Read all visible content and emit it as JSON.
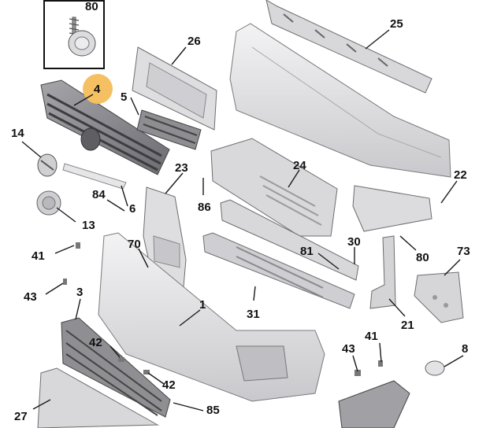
{
  "diagram": {
    "highlight_color": "#f5c062",
    "line_color": "#1a1a1a",
    "part_fill": "#e4e4e6",
    "part_stroke": "#6d6d70",
    "callouts": [
      {
        "id": "c80a",
        "label": "80"
      },
      {
        "id": "c4",
        "label": "4",
        "highlighted": true
      },
      {
        "id": "c26",
        "label": "26"
      },
      {
        "id": "c25",
        "label": "25"
      },
      {
        "id": "c5",
        "label": "5"
      },
      {
        "id": "c14",
        "label": "14"
      },
      {
        "id": "c23",
        "label": "23"
      },
      {
        "id": "c24",
        "label": "24"
      },
      {
        "id": "c22",
        "label": "22"
      },
      {
        "id": "c84",
        "label": "84"
      },
      {
        "id": "c86",
        "label": "86"
      },
      {
        "id": "c6",
        "label": "6"
      },
      {
        "id": "c13",
        "label": "13"
      },
      {
        "id": "c70",
        "label": "70"
      },
      {
        "id": "c30",
        "label": "30"
      },
      {
        "id": "c80b",
        "label": "80"
      },
      {
        "id": "c73",
        "label": "73"
      },
      {
        "id": "c41a",
        "label": "41"
      },
      {
        "id": "c81",
        "label": "81"
      },
      {
        "id": "c43a",
        "label": "43"
      },
      {
        "id": "c3",
        "label": "3"
      },
      {
        "id": "c1",
        "label": "1"
      },
      {
        "id": "c31",
        "label": "31"
      },
      {
        "id": "c21",
        "label": "21"
      },
      {
        "id": "c42a",
        "label": "42"
      },
      {
        "id": "c41b",
        "label": "41"
      },
      {
        "id": "c43b",
        "label": "43"
      },
      {
        "id": "c8",
        "label": "8"
      },
      {
        "id": "c42b",
        "label": "42"
      },
      {
        "id": "c27",
        "label": "27"
      },
      {
        "id": "c85",
        "label": "85"
      }
    ]
  }
}
